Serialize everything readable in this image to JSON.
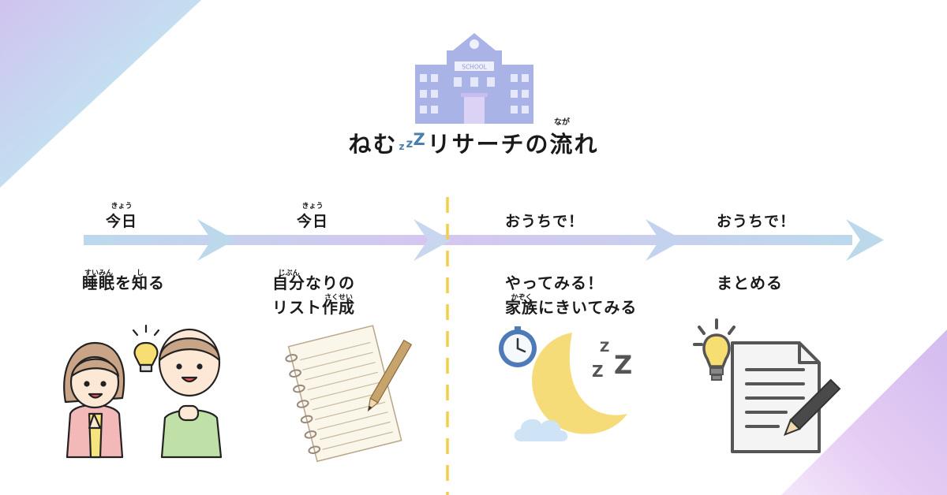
{
  "title": {
    "prefix": "ねむ",
    "zzz": [
      "z",
      "z",
      "Z"
    ],
    "middle": "リサーチの",
    "kanji": "流",
    "kanji_ruby": "なが",
    "suffix": "れ"
  },
  "school_sign": "SCHOOL",
  "steps": [
    {
      "label": "今日",
      "label_ruby": "きょう",
      "desc_lines": [
        [
          {
            "text": "睡眠",
            "ruby": "すいみん"
          },
          {
            "text": "を"
          },
          {
            "text": "知",
            "ruby": "し"
          },
          {
            "text": "る"
          }
        ]
      ],
      "illustration": "people-with-lightbulb-icon"
    },
    {
      "label": "今日",
      "label_ruby": "きょう",
      "desc_lines": [
        [
          {
            "text": "自分",
            "ruby": "じぶん"
          },
          {
            "text": "なりの"
          }
        ],
        [
          {
            "text": "リスト"
          },
          {
            "text": "作成",
            "ruby": "さくせい"
          }
        ]
      ],
      "illustration": "notebook-pencil-icon"
    },
    {
      "label": "おうちで！",
      "label_ruby": "",
      "desc_lines": [
        [
          {
            "text": "やってみる！"
          }
        ],
        [
          {
            "text": "家族",
            "ruby": "かぞく"
          },
          {
            "text": "にきいてみる"
          }
        ]
      ],
      "illustration": "clock-moon-sleep-icon"
    },
    {
      "label": "おうちで！",
      "label_ruby": "",
      "desc_lines": [
        [
          {
            "text": "まとめる"
          }
        ]
      ],
      "illustration": "lightbulb-document-pen-icon"
    }
  ],
  "sleep_letters": [
    "Z",
    "Z",
    "Z"
  ],
  "colors": {
    "arrow_blue": "#bcd9ec",
    "arrow_purple": "#d6c6ef",
    "divider": "#f2cf4a",
    "school": "#a9b3e6",
    "moon": "#f6dc78",
    "cloud": "#cfe3f7",
    "clock": "#4e7ab8"
  }
}
